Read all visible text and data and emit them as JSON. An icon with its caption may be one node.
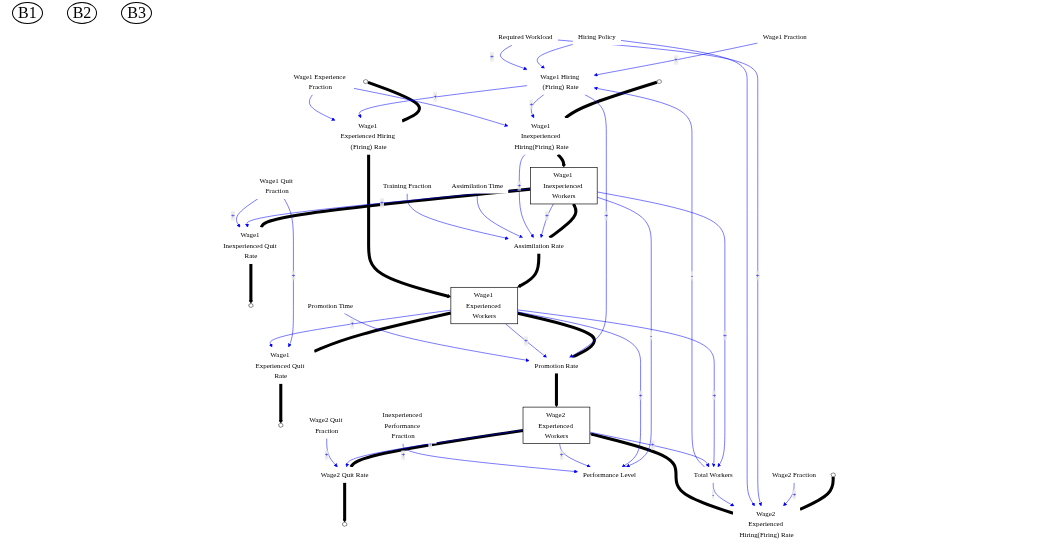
{
  "diagram": {
    "nodes": [
      {
        "text": [
          "Wage1 Fraction"
        ]
      },
      {
        "text": [
          "Wage1 Hiring (Firing) Rate"
        ]
      },
      {
        "text": [],
        "shape": "cloud"
      },
      {
        "text": [
          "Wage1 Inexperienced Hiring(Firing) Rate"
        ]
      },
      {
        "text": [
          "Wage1 Inexperienced Workers"
        ]
      },
      {
        "text": [
          "Wage1 Inexperienced Quit Rate"
        ]
      },
      {
        "text": [],
        "shape": "cloud"
      },
      {
        "text": [
          "Assimilation Rate"
        ]
      },
      {
        "text": [
          "Assimilation Time"
        ]
      },
      {
        "text": [
          "Wage1 Experience Fraction"
        ]
      },
      {
        "text": [
          "Training Fraction"
        ]
      },
      {
        "text": [
          "Wage1 Quit Fraction"
        ]
      },
      {
        "text": [
          "Wage1 Experienced Hiring (Firing) Rate"
        ]
      },
      {
        "text": [],
        "shape": "cloud"
      },
      {
        "text": [
          "Wage1 Experienced Workers"
        ]
      },
      {
        "text": [
          "Wage1 Experienced Quit Rate"
        ]
      },
      {
        "text": [],
        "shape": "cloud"
      },
      {
        "text": [
          "Hiring Policy"
        ]
      },
      {
        "text": [
          "Total Workers"
        ]
      },
      {
        "text": [
          "Required Workload"
        ]
      },
      {
        "text": [
          "Performance Level"
        ]
      },
      {
        "text": [
          "Promotion Rate"
        ]
      },
      {
        "text": [
          "Promotion Time"
        ]
      },
      {
        "text": [
          "Wage2 Quit Fraction"
        ]
      },
      {
        "text": [
          "Wage2 Fraction"
        ]
      },
      {
        "text": [],
        "shape": "cloud"
      },
      {
        "text": [
          "Wage2 Experienced Hiring(Firing) Rate"
        ]
      },
      {
        "text": [
          "Wage2 Experienced Workers"
        ]
      },
      {
        "text": [
          "Wage2 Quit Rate"
        ]
      },
      {
        "text": [],
        "shape": "cloud"
      },
      {
        "text": [
          "Inexperienced Performance Fraction"
        ]
      }
    ],
    "edges": [
      {
        "from": 2,
        "to": 3,
        "arrow": "none",
        "style": "thick",
        "color": "#000000"
      },
      {
        "from": 3,
        "to": 4,
        "arrow": "to",
        "style": "thick",
        "color": "#000000"
      },
      {
        "from": 4,
        "to": 5,
        "arrow": "none",
        "style": "thick",
        "color": "#000000"
      },
      {
        "from": 5,
        "to": 6,
        "arrow": "to",
        "style": "thick",
        "color": "#000000"
      },
      {
        "from": 4,
        "to": 7,
        "arrow": "none",
        "style": "thick",
        "color": "#000000"
      },
      {
        "from": 7,
        "to": 14,
        "arrow": "to",
        "style": "thick",
        "color": "#000000"
      },
      {
        "from": 13,
        "to": 12,
        "arrow": "none",
        "style": "thick",
        "color": "#000000"
      },
      {
        "from": 12,
        "to": 14,
        "arrow": "to",
        "style": "thick",
        "color": "#000000"
      },
      {
        "from": 14,
        "to": 15,
        "arrow": "none",
        "style": "thick",
        "color": "#000000"
      },
      {
        "from": 15,
        "to": 16,
        "arrow": "to",
        "style": "thick",
        "color": "#000000"
      },
      {
        "from": 14,
        "to": 21,
        "arrow": "none",
        "style": "thick",
        "color": "#000000"
      },
      {
        "from": 21,
        "to": 27,
        "arrow": "to",
        "style": "thick",
        "color": "#000000"
      },
      {
        "from": 25,
        "to": 26,
        "arrow": "none",
        "style": "thick",
        "color": "#000000"
      },
      {
        "from": 26,
        "to": 27,
        "arrow": "to",
        "style": "thick",
        "color": "#000000"
      },
      {
        "from": 27,
        "to": 28,
        "arrow": "none",
        "style": "thick",
        "color": "#000000"
      },
      {
        "from": 28,
        "to": 29,
        "arrow": "to",
        "style": "thick",
        "color": "#000000"
      },
      {
        "from": 0,
        "to": 1,
        "arrow": "to",
        "label": "+"
      },
      {
        "from": 1,
        "to": 3,
        "arrow": "to",
        "label": "+"
      },
      {
        "from": 1,
        "to": 12,
        "arrow": "to",
        "label": "+"
      },
      {
        "from": 1,
        "to": 21,
        "arrow": "to",
        "label": "+"
      },
      {
        "from": 17,
        "to": 1,
        "arrow": "to"
      },
      {
        "from": 19,
        "to": 1,
        "arrow": "to",
        "label": "+"
      },
      {
        "from": 18,
        "to": 1,
        "arrow": "to",
        "label": "-"
      },
      {
        "from": 4,
        "to": 18,
        "arrow": "to",
        "label": "+"
      },
      {
        "from": 14,
        "to": 18,
        "arrow": "to",
        "label": "+"
      },
      {
        "from": 27,
        "to": 18,
        "arrow": "to",
        "label": "+"
      },
      {
        "from": 4,
        "to": 5,
        "arrow": "to",
        "label": "+"
      },
      {
        "from": 4,
        "to": 7,
        "arrow": "to",
        "label": "+"
      },
      {
        "from": 4,
        "to": 20,
        "arrow": "to",
        "label": "-"
      },
      {
        "from": 9,
        "to": 3,
        "arrow": "to"
      },
      {
        "from": 9,
        "to": 12,
        "arrow": "to"
      },
      {
        "from": 3,
        "to": 7,
        "arrow": "to",
        "label": "+"
      },
      {
        "from": 8,
        "to": 7,
        "arrow": "to"
      },
      {
        "from": 11,
        "to": 5,
        "arrow": "to",
        "label": "+"
      },
      {
        "from": 10,
        "to": 7,
        "arrow": "to"
      },
      {
        "from": 11,
        "to": 15,
        "arrow": "to",
        "label": "+"
      },
      {
        "from": 14,
        "to": 15,
        "arrow": "to",
        "label": "+"
      },
      {
        "from": 14,
        "to": 21,
        "arrow": "to",
        "label": "+"
      },
      {
        "from": 14,
        "to": 20,
        "arrow": "to",
        "label": "+"
      },
      {
        "from": 22,
        "to": 21,
        "arrow": "to"
      },
      {
        "from": 27,
        "to": 20,
        "arrow": "to",
        "label": "+"
      },
      {
        "from": 27,
        "to": 28,
        "arrow": "to",
        "label": "+"
      },
      {
        "from": 23,
        "to": 28,
        "arrow": "to",
        "label": "+"
      },
      {
        "from": 24,
        "to": 26,
        "arrow": "to",
        "label": "+"
      },
      {
        "from": 19,
        "to": 26,
        "arrow": "to",
        "label": "+"
      },
      {
        "from": 17,
        "to": 26,
        "arrow": "to"
      },
      {
        "from": 18,
        "to": 26,
        "arrow": "to",
        "label": "-"
      },
      {
        "from": 30,
        "to": 20,
        "arrow": "to",
        "label": "+"
      }
    ],
    "labels": [
      "B1",
      "B2",
      "B3"
    ]
  }
}
